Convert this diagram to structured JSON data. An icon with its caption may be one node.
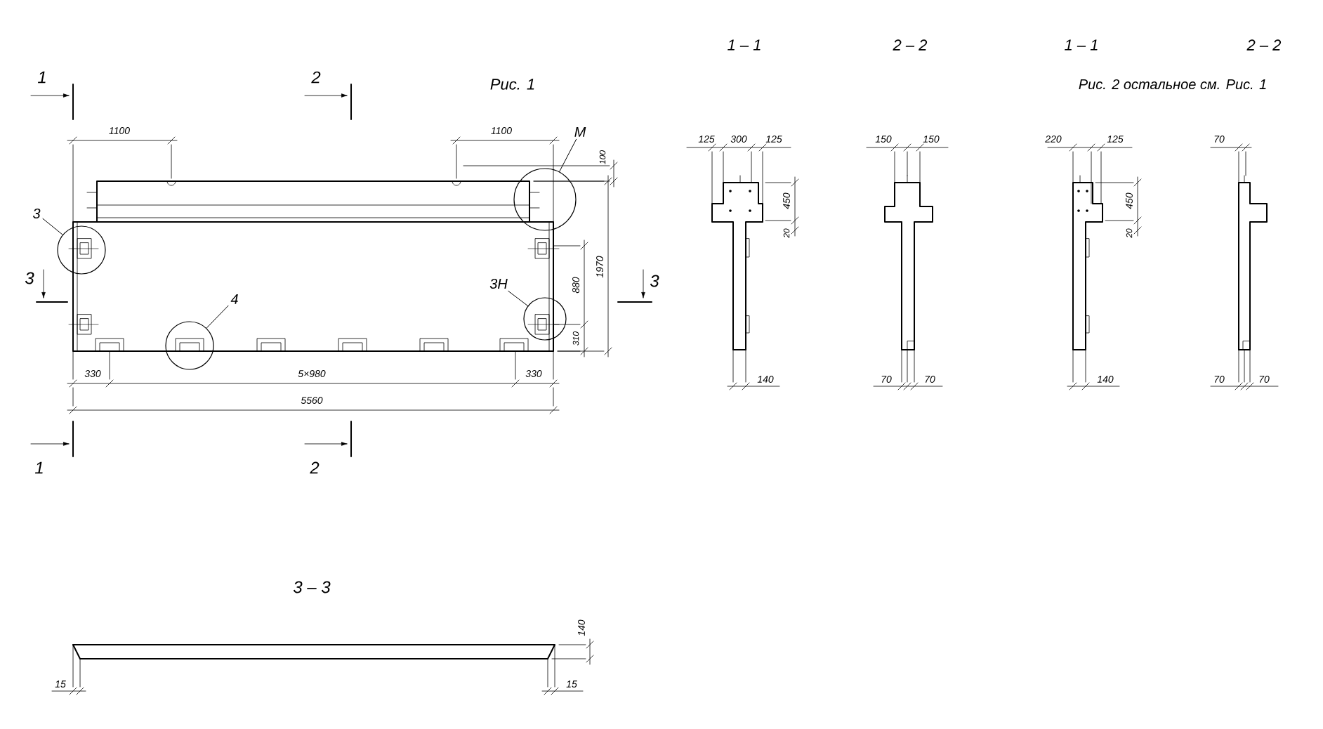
{
  "diagram": {
    "nodes": [
      {
        "text": [
          "3"
        ]
      },
      {
        "text": [],
        "shape": "circle"
      },
      {
        "text": [
          "4"
        ]
      },
      {
        "text": [],
        "shape": "circle"
      },
      {
        "text": [
          "3Н"
        ]
      },
      {
        "text": [],
        "shape": "circle"
      },
      {
        "text": [
          "М"
        ]
      },
      {
        "text": [],
        "shape": "circle"
      }
    ],
    "edges": [
      {
        "from": 0,
        "to": 1,
        "arrow": "none"
      },
      {
        "from": 2,
        "to": 3,
        "arrow": "none"
      },
      {
        "from": 4,
        "to": 5,
        "arrow": "none"
      },
      {
        "from": 6,
        "to": 7,
        "arrow": "none"
      }
    ],
    "labels": [
      "1",
      "2",
      "Рис. 1",
      "1100",
      "1100",
      "100",
      "1970",
      "880",
      "310",
      "3",
      "3",
      "330",
      "5×980",
      "330",
      "5560",
      "1",
      "2",
      "1 – 1",
      "2 – 2",
      "1 – 1",
      "2 – 2",
      "Рис. 2 остальное см. Рис. 1",
      "125",
      "300",
      "125",
      "450",
      "20",
      "140",
      "150",
      "150",
      "70",
      "70",
      "220",
      "125",
      "450",
      "20",
      "140",
      "70",
      "70",
      "70",
      "3 – 3",
      "140",
      "15",
      "15"
    ]
  }
}
